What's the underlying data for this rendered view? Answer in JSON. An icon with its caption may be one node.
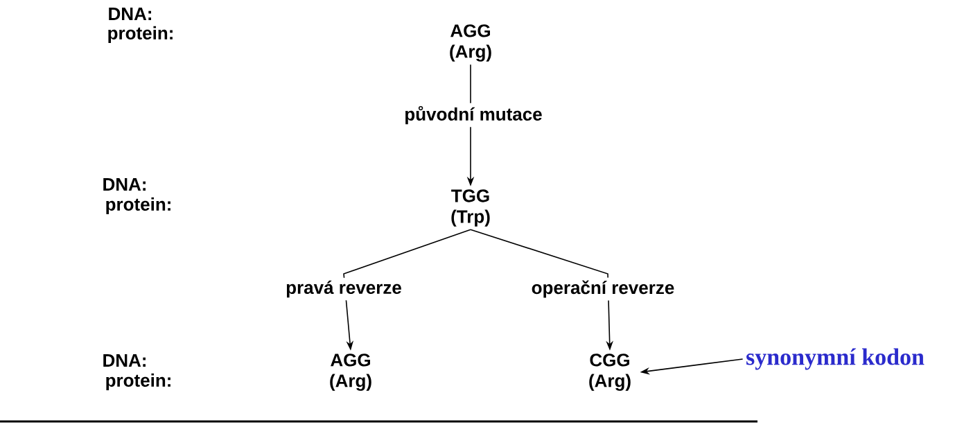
{
  "diagram": {
    "nodes": [
      {
        "text": [
          "AGG",
          "(Arg)"
        ]
      },
      {
        "text": [
          "TGG",
          "(Trp)"
        ]
      },
      {
        "text": [
          "AGG",
          "(Arg)"
        ]
      },
      {
        "text": [
          "CGG",
          "(Arg)"
        ]
      },
      {
        "text": [
          "synonymní kodon"
        ]
      }
    ],
    "edges": [
      {
        "from": 0,
        "to": 1,
        "arrow": "to",
        "label": "původní mutace"
      },
      {
        "from": 1,
        "to": 2,
        "arrow": "to",
        "label": "pravá reverze"
      },
      {
        "from": 1,
        "to": 3,
        "arrow": "to",
        "label": "operační reverze"
      },
      {
        "from": 4,
        "to": 3,
        "arrow": "to"
      }
    ],
    "labels": [
      "DNA:",
      "protein:",
      "DNA:",
      "protein:",
      "DNA:",
      "protein:"
    ]
  }
}
